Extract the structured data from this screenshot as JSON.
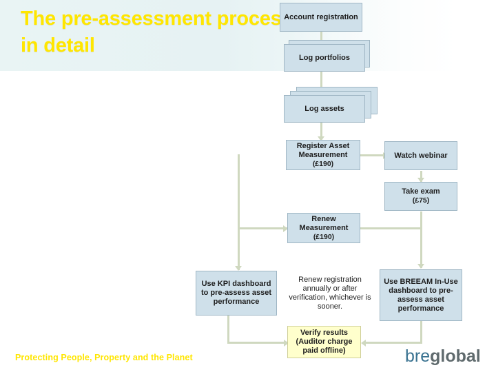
{
  "slide": {
    "title": "The pre-assessment process in detail",
    "footer_tagline": "Protecting People, Property and the Planet",
    "logo_part1": "bre",
    "logo_part2": "global",
    "accent_title_color": "#ffe600",
    "box_fill_color": "#cfe0ea",
    "yellow_box_fill_color": "#ffffcc",
    "connector_color": "#cfd8bf"
  },
  "flow": {
    "nodes": [
      {
        "id": "account-registration",
        "label": "Account registration",
        "style": "blue"
      },
      {
        "id": "log-portfolios",
        "label": "Log portfolios",
        "style": "blue-stacked"
      },
      {
        "id": "log-assets",
        "label": "Log assets",
        "style": "blue-stacked"
      },
      {
        "id": "register-asset-measurement",
        "label": "Register Asset Measurement",
        "sub": "(£190)",
        "style": "blue"
      },
      {
        "id": "watch-webinar",
        "label": "Watch webinar",
        "style": "blue"
      },
      {
        "id": "take-exam",
        "label": "Take exam",
        "sub": "(£75)",
        "style": "blue"
      },
      {
        "id": "renew-measurement",
        "label": "Renew Measurement",
        "sub": "(£190)",
        "style": "blue"
      },
      {
        "id": "use-kpi-dashboard",
        "label": "Use KPI dashboard to pre-assess asset performance",
        "style": "blue"
      },
      {
        "id": "renew-registration-note",
        "label": "Renew registration annually or after verification, whichever is sooner.",
        "style": "plain"
      },
      {
        "id": "use-breeam-dashboard",
        "label": "Use BREEAM In-Use dashboard to pre-assess asset performance",
        "style": "blue"
      },
      {
        "id": "verify-results",
        "label": "Verify results (Auditor charge paid offline)",
        "style": "yellow"
      }
    ]
  }
}
